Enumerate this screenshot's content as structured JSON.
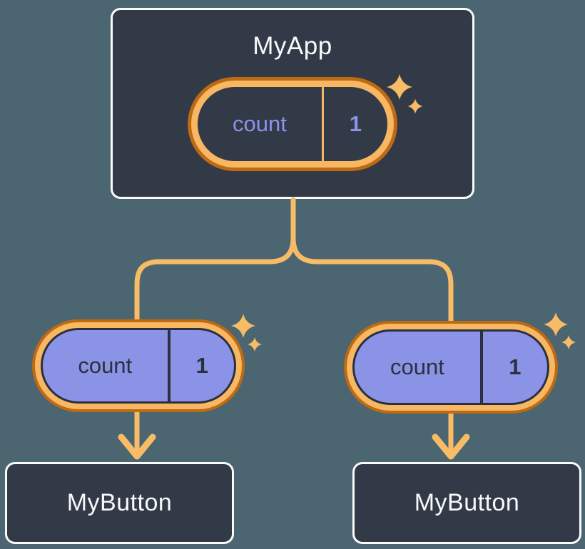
{
  "diagram": {
    "root": {
      "title": "MyApp",
      "state": {
        "label": "count",
        "value": "1"
      }
    },
    "children": [
      {
        "title": "MyButton",
        "state": {
          "label": "count",
          "value": "1"
        }
      },
      {
        "title": "MyButton",
        "state": {
          "label": "count",
          "value": "1"
        }
      }
    ],
    "colors": {
      "background": "#4B6670",
      "node_fill": "#323947",
      "node_border": "#FAFAFA",
      "node_text": "#F8F9FA",
      "state_fill": "#8B93E6",
      "state_text_dark": "#2B303C",
      "state_text_light": "#8A93E8",
      "ring_light": "#F7B763",
      "ring_dark": "#BE6A12",
      "connector": "#F8BB67"
    }
  }
}
